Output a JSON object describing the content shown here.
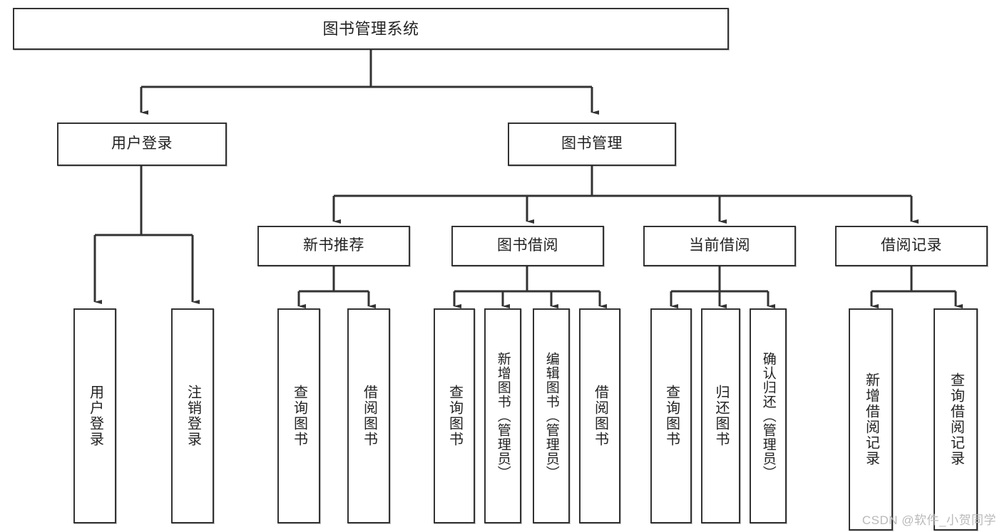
{
  "diagram": {
    "kind": "hierarchy-tree",
    "title": "图书管理系统",
    "line_color": "#333333",
    "box_fill": "#ffffff",
    "text_color": "#222222"
  },
  "root": {
    "label": "图书管理系统"
  },
  "level2": {
    "user_login": "用户登录",
    "book_manage": "图书管理"
  },
  "level3": {
    "new_book_recommend": "新书推荐",
    "book_borrow": "图书借阅",
    "current_borrow": "当前借阅",
    "borrow_record": "借阅记录"
  },
  "leaves": {
    "user_login_children": [
      "用户登录",
      "注销登录"
    ],
    "new_book_recommend_children": [
      "查询图书",
      "借阅图书"
    ],
    "book_borrow_children": [
      "查询图书",
      "新增图书（管理员）",
      "编辑图书（管理员）",
      "借阅图书"
    ],
    "current_borrow_children": [
      "查询图书",
      "归还图书",
      "确认归还（管理员）"
    ],
    "borrow_record_children": [
      "新增借阅记录",
      "查询借阅记录"
    ]
  },
  "watermark": {
    "text": "CSDN @软件_小贺同学"
  }
}
